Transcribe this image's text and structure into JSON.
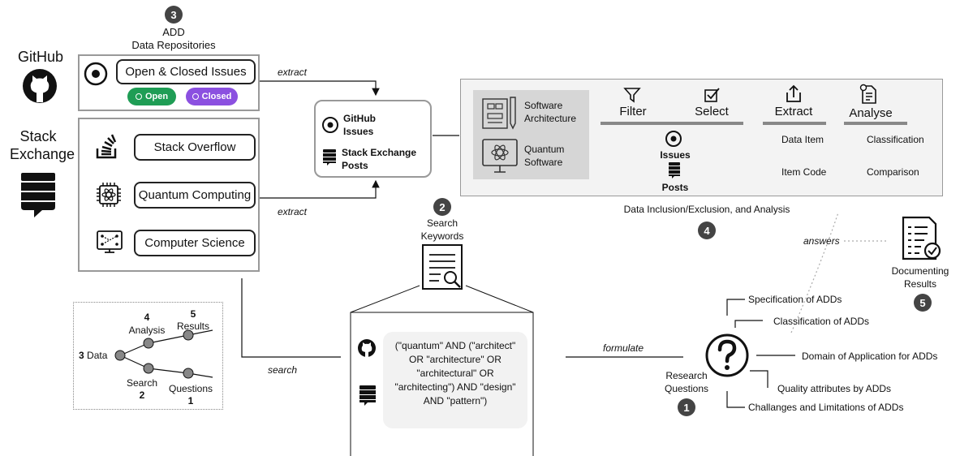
{
  "step3": {
    "number": "3",
    "title_line1": "ADD",
    "title_line2": "Data Repositories"
  },
  "github": {
    "label": "GitHub",
    "issues_pill": "Open & Closed Issues",
    "open_chip": "Open",
    "closed_chip": "Closed"
  },
  "stack": {
    "label_line1": "Stack",
    "label_line2": "Exchange",
    "sites": [
      "Stack Overflow",
      "Quantum Computing",
      "Computer Science"
    ]
  },
  "edges": {
    "extract_top": "extract",
    "extract_bottom": "extract",
    "search": "search",
    "formulate": "formulate",
    "answers": "answers"
  },
  "merged": {
    "github_line1": "GitHub",
    "github_line2": "Issues",
    "se_line1": "Stack Exchange",
    "se_line2": "Posts"
  },
  "analysis": {
    "domains": [
      "Software Architecture",
      "Quantum Software"
    ],
    "steps": [
      "Filter",
      "Select",
      "Extract",
      "Analyse"
    ],
    "issues_label": "Issues",
    "posts_label": "Posts",
    "extract_items": [
      "Data Item",
      "Item Code"
    ],
    "analyse_items": [
      "Classification",
      "Comparison"
    ],
    "caption": "Data Inclusion/Exclusion, and Analysis",
    "number": "4"
  },
  "step2": {
    "number": "2",
    "line1": "Search",
    "line2": "Keywords"
  },
  "query": {
    "lines": [
      "(\"quantum\" AND (\"architect\"",
      "OR \"architecture\" OR",
      "\"architectural\" OR",
      "\"architecting\") AND \"design\"",
      "AND \"pattern\")"
    ]
  },
  "tree": {
    "data": "Data",
    "data_num": "3",
    "analysis": "Analysis",
    "analysis_num": "4",
    "results": "Results",
    "results_num": "5",
    "search": "Search",
    "search_num": "2",
    "questions": "Questions",
    "questions_num": "1"
  },
  "research": {
    "line1": "Research",
    "line2": "Questions",
    "number": "1",
    "items": [
      "Specification of ADDs",
      "Classification of ADDs",
      "Domain of Application for ADDs",
      "Quality attributes by ADDs",
      "Challanges and Limitations of ADDs"
    ]
  },
  "documenting": {
    "line1": "Documenting",
    "line2": "Results",
    "number": "5"
  }
}
